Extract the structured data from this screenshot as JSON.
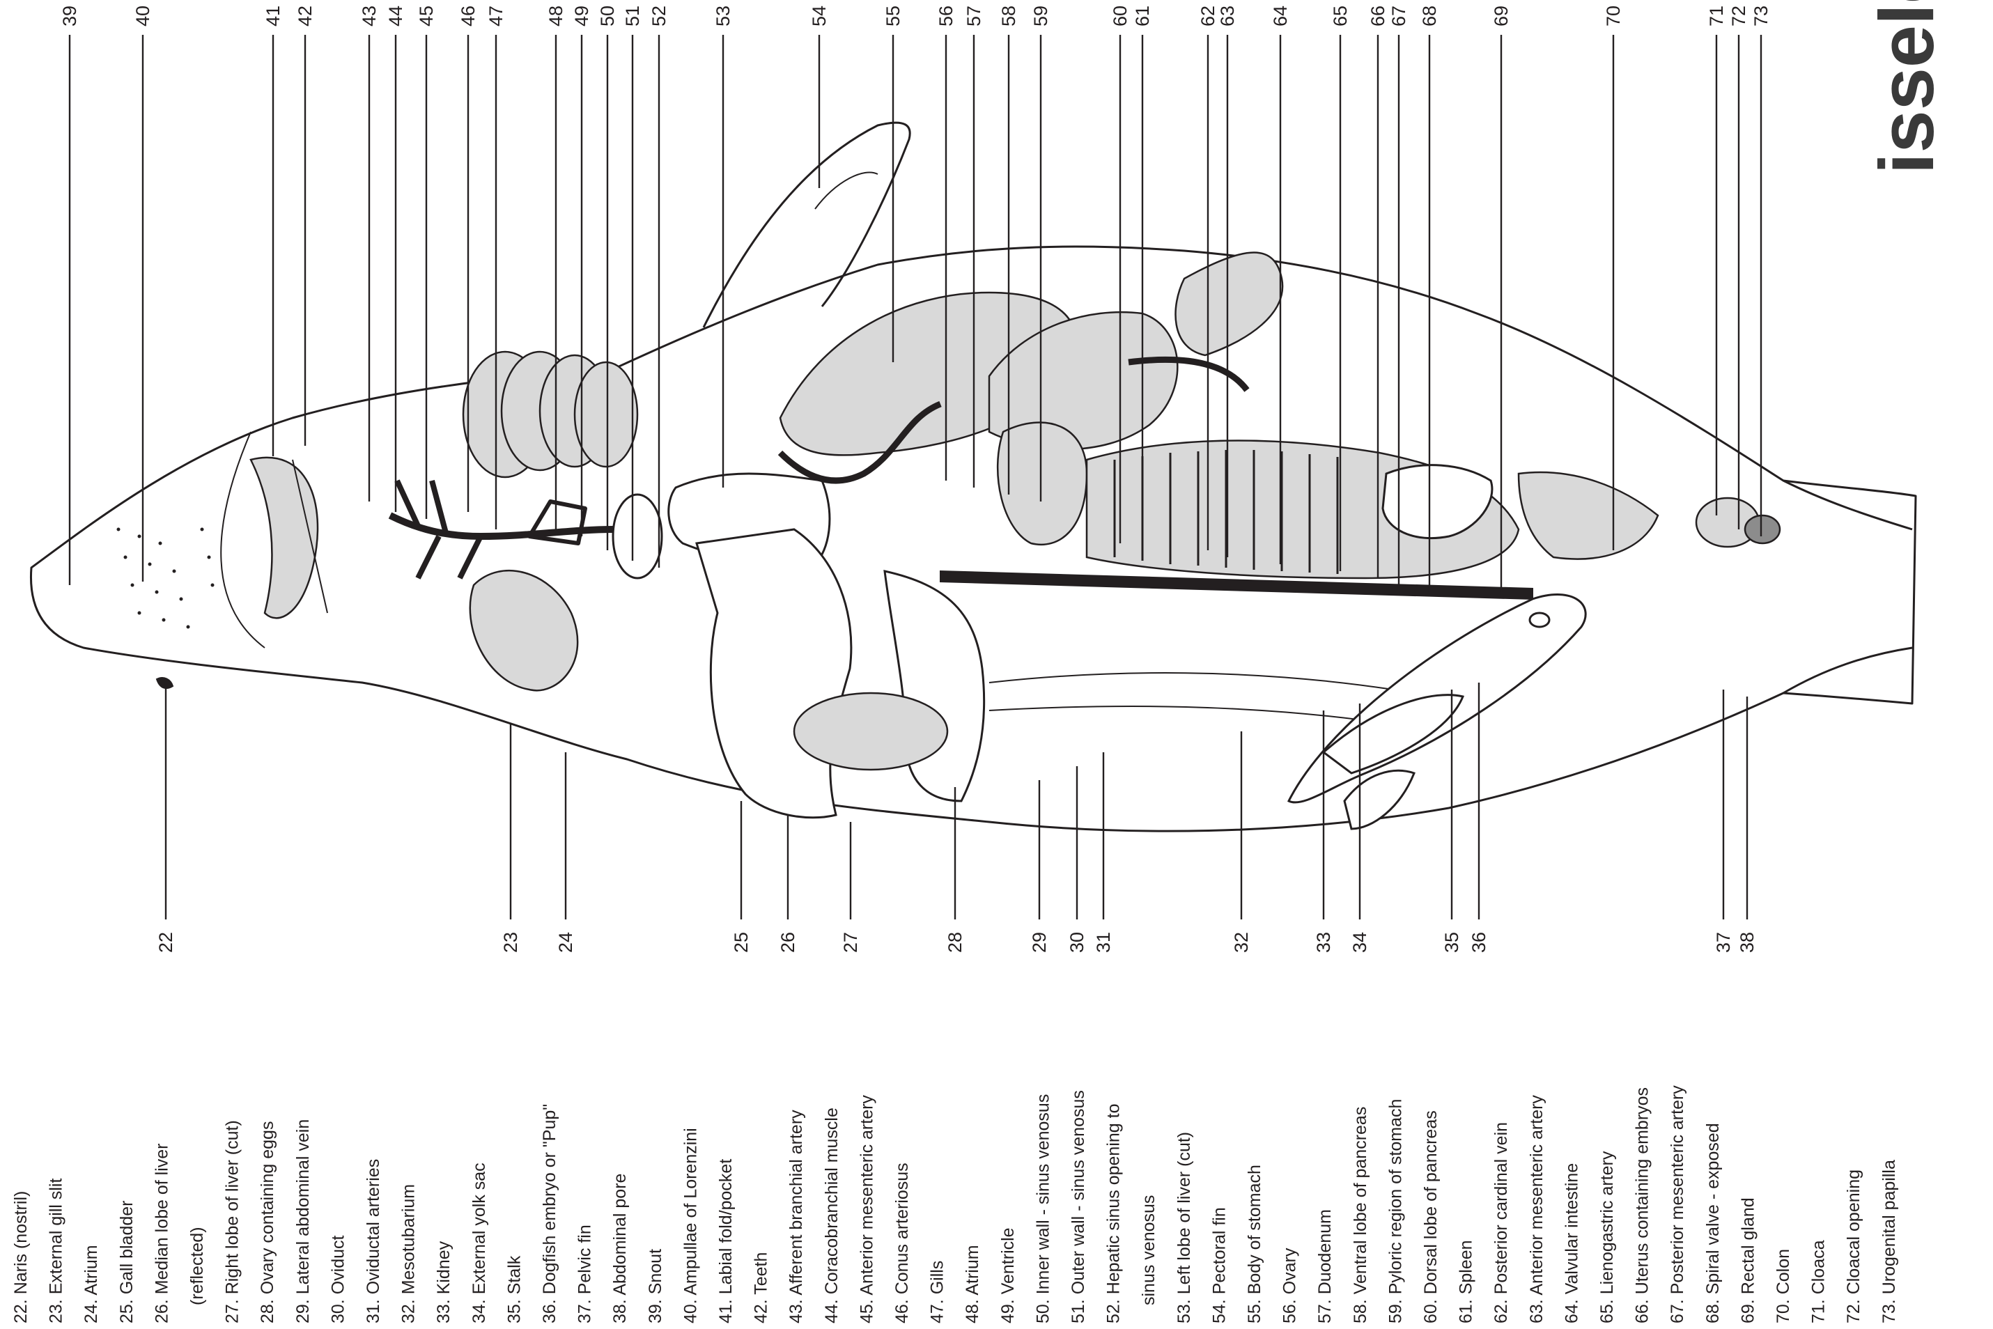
{
  "publisher_mark": "isselo",
  "callouts_top": [
    "39",
    "40",
    "41",
    "42",
    "43",
    "44",
    "45",
    "46",
    "47",
    "48",
    "49",
    "50",
    "51",
    "52",
    "53",
    "54",
    "55",
    "56",
    "57",
    "58",
    "59",
    "60",
    "61",
    "62",
    "63",
    "64",
    "65",
    "66",
    "67",
    "68",
    "69",
    "70",
    "71",
    "72",
    "73"
  ],
  "callouts_bottom": [
    "22",
    "23",
    "24",
    "25",
    "26",
    "27",
    "28",
    "29",
    "30",
    "31",
    "32",
    "33",
    "34",
    "35",
    "36",
    "37",
    "38"
  ],
  "legend": [
    "22. Naris (nostril)",
    "23. External gill slit",
    "24. Atrium",
    "25. Gall bladder",
    "26. Median lobe of liver",
    "(reflected)",
    "27. Right lobe of liver (cut)",
    "28. Ovary containing eggs",
    "29. Lateral abdominal vein",
    "30. Oviduct",
    "31. Oviductal arteries",
    "32. Mesotubarium",
    "33. Kidney",
    "34. External yolk sac",
    "35. Stalk",
    "36. Dogfish embryo or \"Pup\"",
    "37. Pelvic fin",
    "38. Abdominal pore",
    "39. Snout",
    "40. Ampullae of Lorenzini",
    "41. Labial fold/pocket",
    "42. Teeth",
    "43. Afferent branchial artery",
    "44. Coracobranchial muscle",
    "45. Anterior mesenteric artery",
    "46. Conus arteriosus",
    "47. Gills",
    "48. Atrium",
    "49. Ventricle",
    "50. Inner wall - sinus venosus",
    "51. Outer wall - sinus venosus",
    "52. Hepatic sinus opening to",
    "sinus venosus",
    "53. Left lobe of liver (cut)",
    "54. Pectoral fin",
    "55. Body of stomach",
    "56. Ovary",
    "57. Duodenum",
    "58. Ventral lobe of pancreas",
    "59. Pyloric region of stomach",
    "60. Dorsal lobe of pancreas",
    "61. Spleen",
    "62. Posterior cardinal vein",
    "63. Anterior mesenteric artery",
    "64. Valvular intestine",
    "65. Lienogastric artery",
    "66. Uterus containing embryos",
    "67. Posterior mesenteric artery",
    "68. Spiral valve - exposed",
    "69. Rectal gland",
    "70. Colon",
    "71. Cloaca",
    "72. Cloacal opening",
    "73. Urogenital papilla"
  ]
}
